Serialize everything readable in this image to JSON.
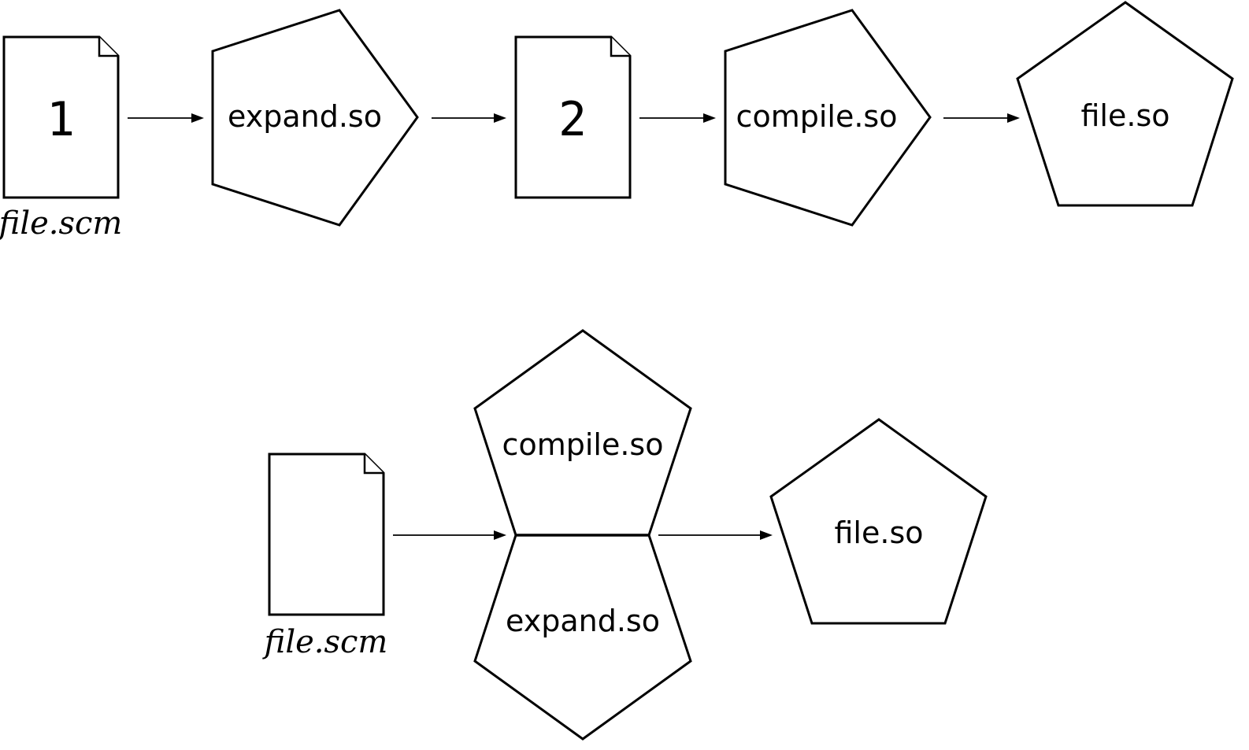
{
  "top_row": {
    "doc1": {
      "number": "1",
      "caption": "file.scm"
    },
    "expand": {
      "label": "expand.so"
    },
    "doc2": {
      "number": "2"
    },
    "compile": {
      "label": "compile.so"
    },
    "output": {
      "label": "file.so"
    }
  },
  "bottom_row": {
    "doc": {
      "caption": "file.scm"
    },
    "compile": {
      "label": "compile.so"
    },
    "expand": {
      "label": "expand.so"
    },
    "output": {
      "label": "file.so"
    }
  }
}
